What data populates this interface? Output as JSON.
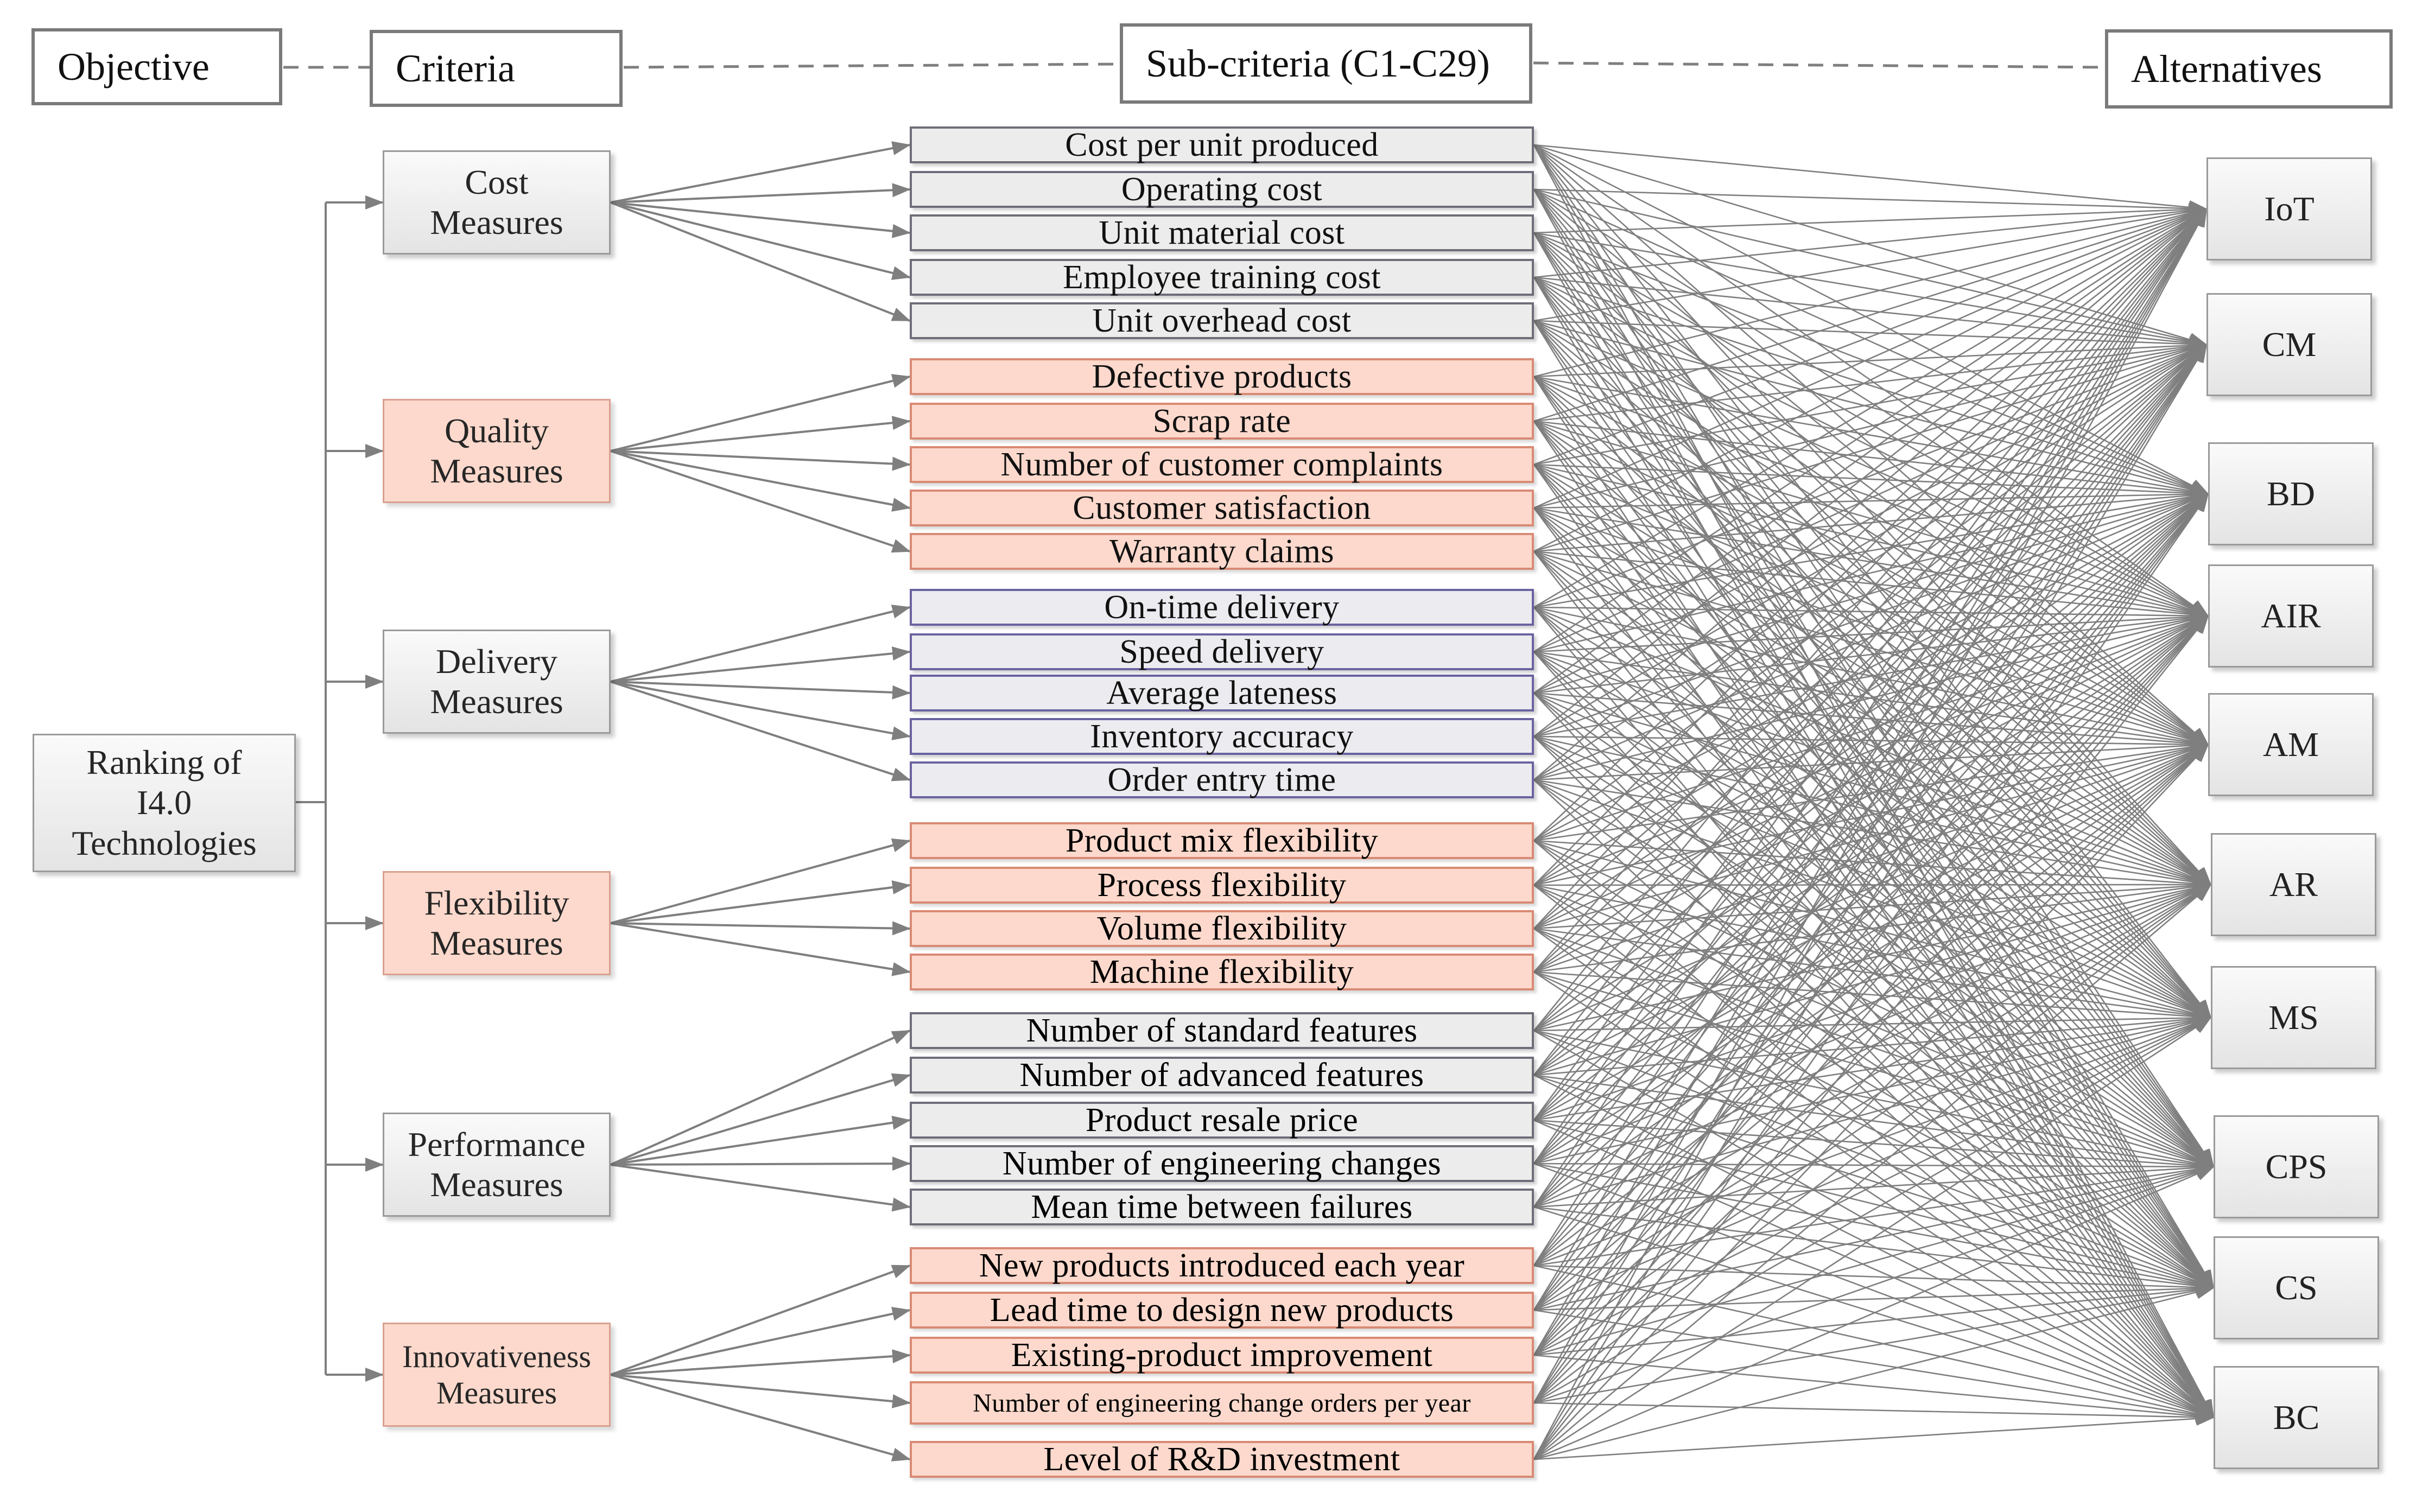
{
  "headers": {
    "objective": "Objective",
    "criteria": "Criteria",
    "subcriteria": "Sub-criteria (C1-C29)",
    "alternatives": "Alternatives"
  },
  "objective": "Ranking of\nI4.0\nTechnologies",
  "criteria": [
    {
      "label": "Cost\nMeasures",
      "style": "gray"
    },
    {
      "label": "Quality\nMeasures",
      "style": "salmon"
    },
    {
      "label": "Delivery\nMeasures",
      "style": "gray"
    },
    {
      "label": "Flexibility\nMeasures",
      "style": "salmon"
    },
    {
      "label": "Performance\nMeasures",
      "style": "gray"
    },
    {
      "label": "Innovativeness\nMeasures",
      "style": "salmon"
    }
  ],
  "subcriteria": [
    {
      "label": "Cost per unit produced",
      "criterion": 0
    },
    {
      "label": "Operating  cost",
      "criterion": 0
    },
    {
      "label": "Unit material cost",
      "criterion": 0
    },
    {
      "label": "Employee training  cost",
      "criterion": 0
    },
    {
      "label": "Unit overhead cost",
      "criterion": 0
    },
    {
      "label": "Defective products",
      "criterion": 1
    },
    {
      "label": "Scrap rate",
      "criterion": 1
    },
    {
      "label": "Number of customer complaints",
      "criterion": 1
    },
    {
      "label": "Customer satisfaction",
      "criterion": 1
    },
    {
      "label": "Warranty claims",
      "criterion": 1
    },
    {
      "label": "On-time delivery",
      "criterion": 2
    },
    {
      "label": "Speed delivery",
      "criterion": 2
    },
    {
      "label": "Average lateness",
      "criterion": 2
    },
    {
      "label": "Inventory  accuracy",
      "criterion": 2
    },
    {
      "label": "Order entry time",
      "criterion": 2
    },
    {
      "label": "Product mix flexibility",
      "criterion": 3
    },
    {
      "label": "Process flexibility",
      "criterion": 3
    },
    {
      "label": "Volume  flexibility",
      "criterion": 3
    },
    {
      "label": "Machine  flexibility",
      "criterion": 3
    },
    {
      "label": "Number of standard features",
      "criterion": 4
    },
    {
      "label": "Number of advanced features",
      "criterion": 4
    },
    {
      "label": "Product resale price",
      "criterion": 4
    },
    {
      "label": "Number of engineering  changes",
      "criterion": 4
    },
    {
      "label": "Mean time between failures",
      "criterion": 4
    },
    {
      "label": "New products introduced each year",
      "criterion": 5
    },
    {
      "label": "Lead time to design new products",
      "criterion": 5
    },
    {
      "label": "Existing-product  improvement",
      "criterion": 5
    },
    {
      "label": "Number of engineering  change orders per year",
      "criterion": 5
    },
    {
      "label": "Level of R&D investment",
      "criterion": 5
    }
  ],
  "alternatives": [
    "IoT",
    "CM",
    "BD",
    "AIR",
    "AM",
    "AR",
    "MS",
    "CPS",
    "CS",
    "BC"
  ],
  "colors": {
    "line": "#7f7f7f",
    "gray_fill": "#ececec",
    "salmon_fill": "#fcd9cc"
  }
}
